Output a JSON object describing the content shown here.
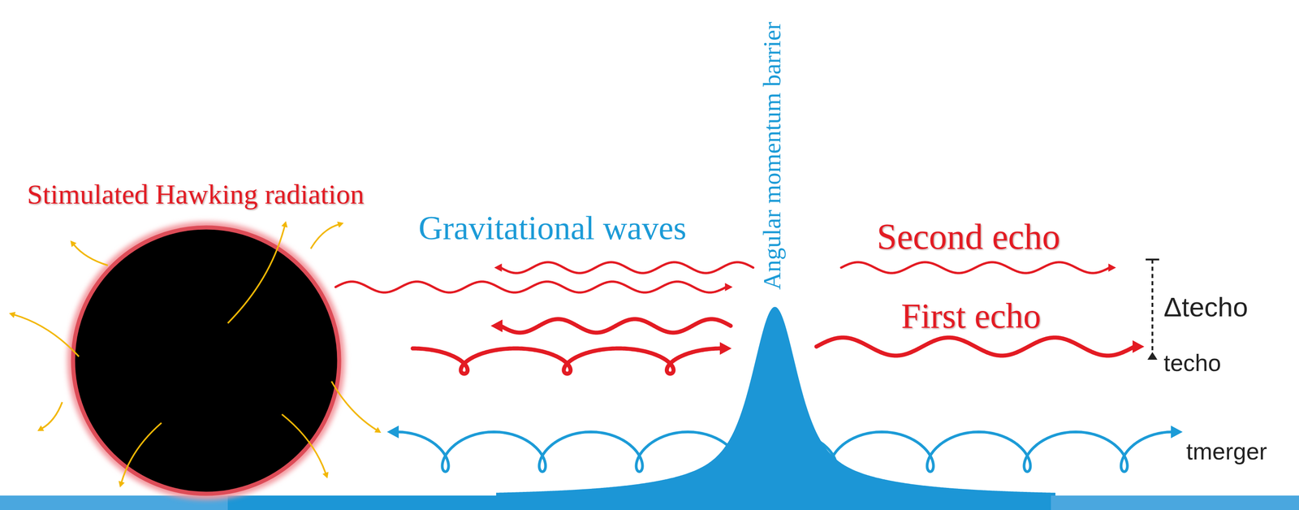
{
  "diagram": {
    "labels": [
      "Angular momentum barrier",
      "Stimulated Hawking radiation",
      "Gravitational waves",
      "Second echo",
      "Δtecho",
      "First echo",
      "techo",
      "tmerger"
    ]
  }
}
